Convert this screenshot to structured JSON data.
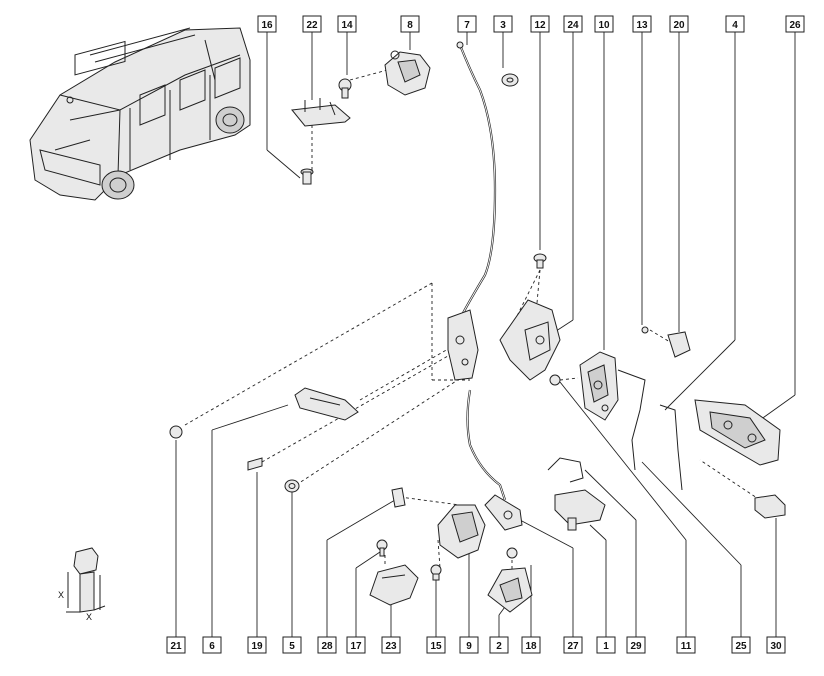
{
  "callouts": {
    "top": [
      "16",
      "22",
      "14",
      "8",
      "7",
      "3",
      "12",
      "24",
      "10",
      "13",
      "20",
      "4",
      "26"
    ],
    "bottom": [
      "21",
      "6",
      "19",
      "5",
      "28",
      "17",
      "23",
      "15",
      "9",
      "2",
      "18",
      "27",
      "1",
      "29",
      "11",
      "25",
      "30"
    ]
  },
  "dimension_labels": {
    "x1": "X",
    "x2": "X"
  }
}
